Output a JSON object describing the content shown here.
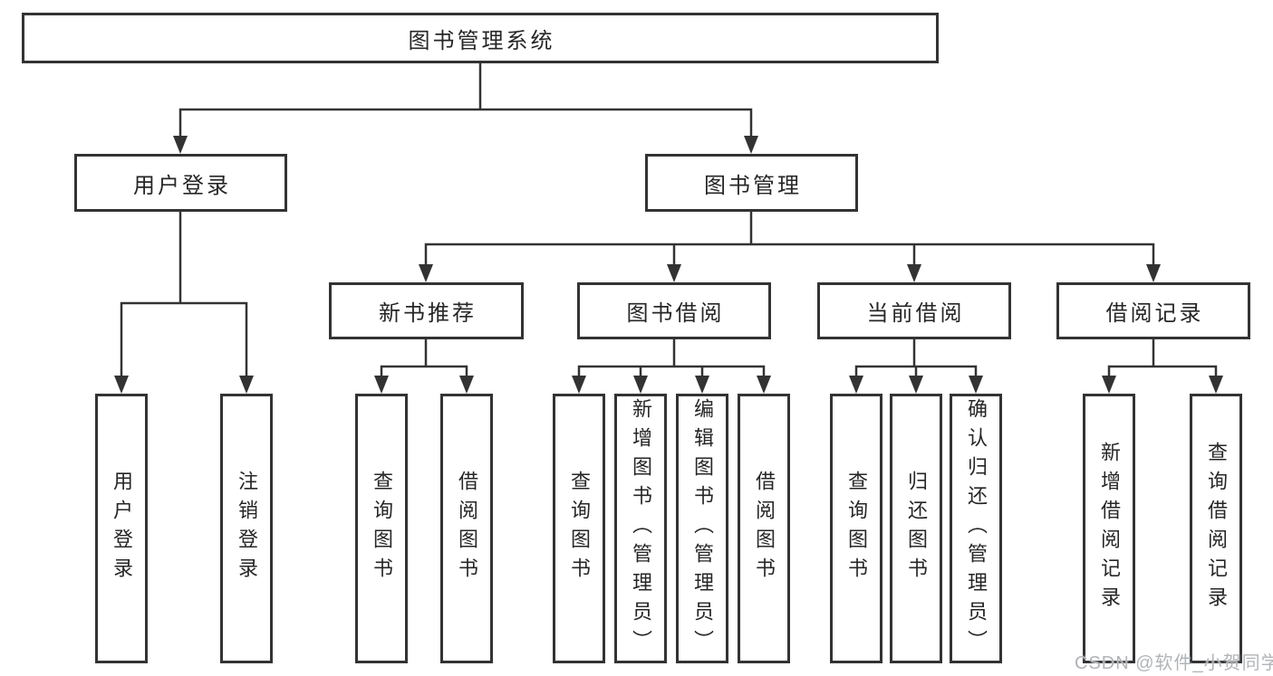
{
  "diagram": {
    "type": "hierarchy-tree",
    "title": "图书管理系统",
    "nodes": {
      "root": {
        "label": "图书管理系统"
      },
      "user_login": {
        "label": "用户登录"
      },
      "book_mgmt": {
        "label": "图书管理"
      },
      "new_book_rec": {
        "label": "新书推荐"
      },
      "book_borrow": {
        "label": "图书借阅"
      },
      "current_borrow": {
        "label": "当前借阅"
      },
      "borrow_record": {
        "label": "借阅记录"
      },
      "ul_user_login": {
        "label": "用户登录"
      },
      "ul_logout": {
        "label": "注销登录"
      },
      "nr_query_book": {
        "label": "查询图书"
      },
      "nr_borrow_book": {
        "label": "借阅图书"
      },
      "bb_query_book": {
        "label": "查询图书"
      },
      "bb_add_book": {
        "label": "新增图书（管理员）"
      },
      "bb_edit_book": {
        "label": "编辑图书（管理员）"
      },
      "bb_borrow_book": {
        "label": "借阅图书"
      },
      "cb_query_book": {
        "label": "查询图书"
      },
      "cb_return_book": {
        "label": "归还图书"
      },
      "cb_confirm": {
        "label": "确认归还（管理员）"
      },
      "br_add_record": {
        "label": "新增借阅记录"
      },
      "br_query_record": {
        "label": "查询借阅记录"
      }
    },
    "edges": {
      "root": [
        "user_login",
        "book_mgmt"
      ],
      "user_login": [
        "ul_user_login",
        "ul_logout"
      ],
      "book_mgmt": [
        "new_book_rec",
        "book_borrow",
        "current_borrow",
        "borrow_record"
      ],
      "new_book_rec": [
        "nr_query_book",
        "nr_borrow_book"
      ],
      "book_borrow": [
        "bb_query_book",
        "bb_add_book",
        "bb_edit_book",
        "bb_borrow_book"
      ],
      "current_borrow": [
        "cb_query_book",
        "cb_return_book",
        "cb_confirm"
      ],
      "borrow_record": [
        "br_add_record",
        "br_query_record"
      ]
    }
  },
  "watermark": {
    "text": "CSDN @软件_小贺同学"
  },
  "colors": {
    "background": "#ffffff",
    "line": "#333333",
    "box_border": "#333333",
    "text": "#262626",
    "watermark": "#b1b4b9"
  }
}
